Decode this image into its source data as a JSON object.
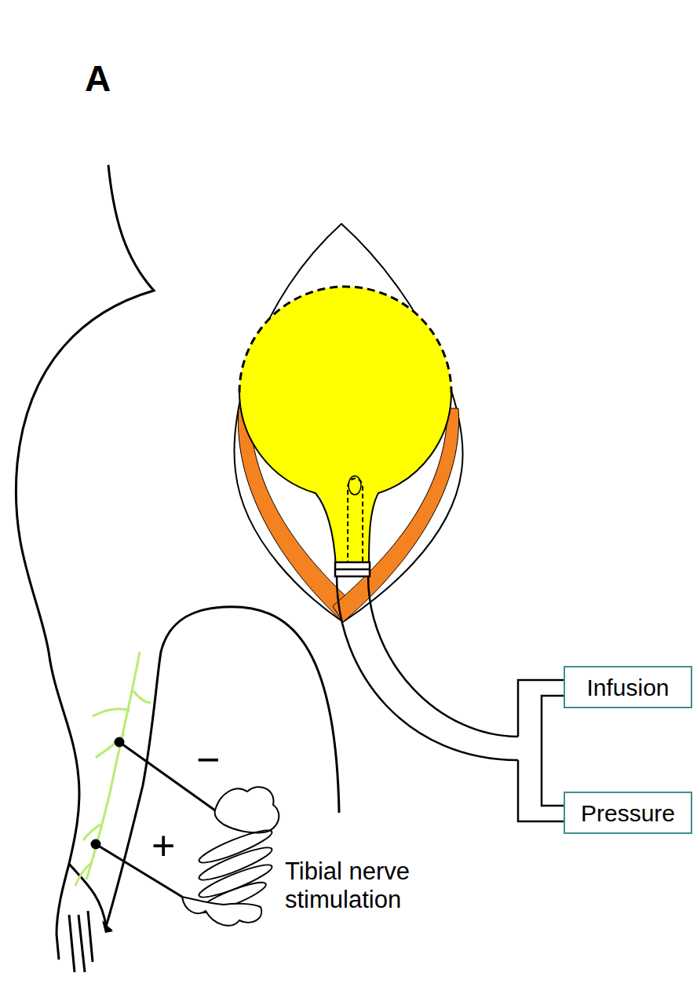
{
  "diagram": {
    "nodes": [
      {
        "text": [
          "Infusion"
        ]
      },
      {
        "text": [
          "Pressure"
        ]
      }
    ],
    "labels": [
      "A",
      "−",
      "+",
      "Tibial nerve stimulation"
    ]
  }
}
